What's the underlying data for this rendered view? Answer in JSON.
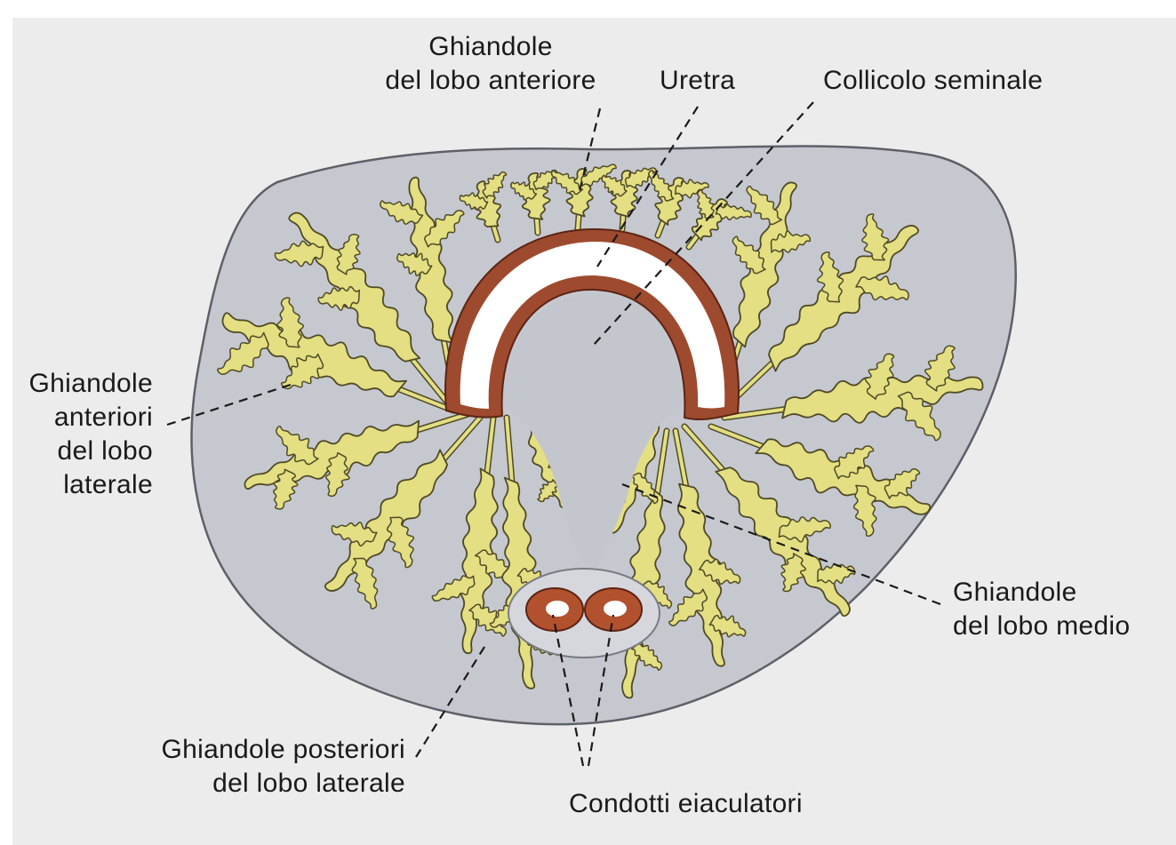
{
  "labels": {
    "anterior_lobe_glands": [
      "Ghiandole",
      "del lobo anteriore"
    ],
    "urethra": "Uretra",
    "seminal_colliculus": "Collicolo seminale",
    "lateral_lobe_anterior_glands": [
      "Ghiandole",
      "anteriori",
      "del lobo",
      "laterale"
    ],
    "middle_lobe_glands": [
      "Ghiandole",
      "del lobo medio"
    ],
    "lateral_lobe_posterior_glands": [
      "Ghiandole posteriori",
      "del lobo laterale"
    ],
    "ejaculatory_ducts": "Condotti eiaculatori"
  },
  "colors": {
    "gland_fill": "#e3df82",
    "gland_outline": "#4f4a26",
    "tissue": "#c8cad1",
    "tissue_outline": "#5a5c64",
    "urethra_wall": "#9e4a2e",
    "lumen": "#ffffff",
    "leader_line": "#1a1a1a"
  }
}
